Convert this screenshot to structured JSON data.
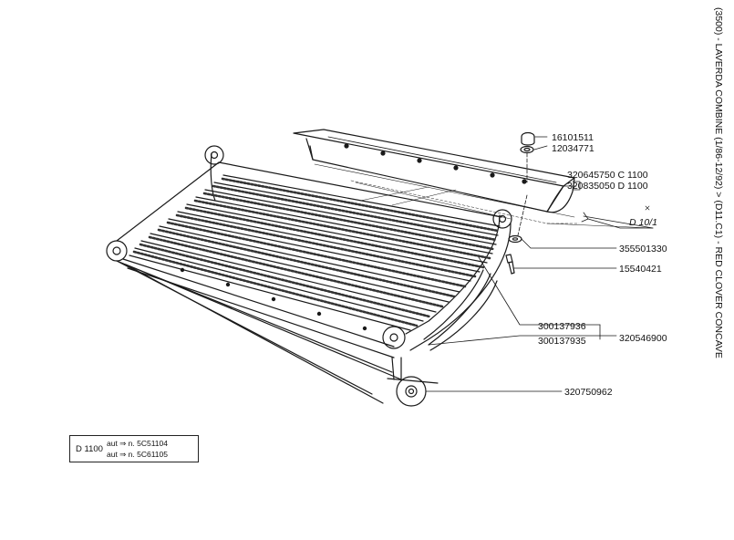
{
  "title": "(3500) - LAVERDA COMBINE (1/86-12/92) > (D11.C1) - RED CLOVER CONCAVE",
  "part_numbers": {
    "p16101511": "16101511",
    "p12034771": "12034771",
    "p320645750": "320645750 C 1100",
    "p320835050": "320835050 D 1100",
    "ref_d10": "D 10/1",
    "p355501330": "355501330",
    "p15540421": "15540421",
    "p300137936": "300137936",
    "p300137935": "300137935",
    "p320546900": "320546900",
    "p320750962": "320750962"
  },
  "note": {
    "model": "D 1100",
    "line1": "aut ⇒ n. 5C51104",
    "line2": "aut ⇒ n. 5C61105"
  }
}
